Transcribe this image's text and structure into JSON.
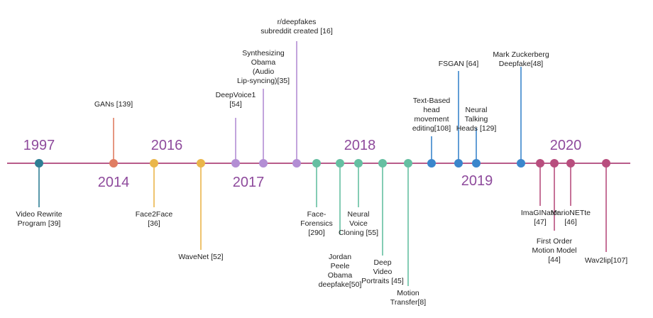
{
  "axis_color": "#b85c8a",
  "years": [
    {
      "text": "1997"
    },
    {
      "text": "2014"
    },
    {
      "text": "2016"
    },
    {
      "text": "2017"
    },
    {
      "text": "2018"
    },
    {
      "text": "2019"
    },
    {
      "text": "2020"
    }
  ],
  "events": [
    {
      "lines": [
        "Video Rewrite",
        "Program [39]"
      ],
      "color": "#2f7f95"
    },
    {
      "lines": [
        "GANs [139]"
      ],
      "color": "#e07d62"
    },
    {
      "lines": [
        "Face2Face",
        "[36]"
      ],
      "color": "#eab64b"
    },
    {
      "lines": [
        "WaveNet [52]"
      ],
      "color": "#eab64b"
    },
    {
      "lines": [
        "DeepVoice1",
        "[54]"
      ],
      "color": "#b38ed4"
    },
    {
      "lines": [
        "Synthesizing",
        "Obama",
        "(Audio",
        "Lip-syncing)[35]"
      ],
      "color": "#b38ed4"
    },
    {
      "lines": [
        "r/deepfakes",
        "subreddit created [16]"
      ],
      "color": "#b38ed4"
    },
    {
      "lines": [
        "Face-",
        "Forensics",
        "[290]"
      ],
      "color": "#66bfa2"
    },
    {
      "lines": [
        "Jordan",
        "Peele",
        "Obama",
        "deepfake[50]"
      ],
      "color": "#66bfa2"
    },
    {
      "lines": [
        "Neural",
        "Voice",
        "Cloning [55]"
      ],
      "color": "#66bfa2"
    },
    {
      "lines": [
        "Deep",
        "Video",
        "Portraits [45]"
      ],
      "color": "#66bfa2"
    },
    {
      "lines": [
        "Motion",
        "Transfer[8]"
      ],
      "color": "#66bfa2"
    },
    {
      "lines": [
        "Text-Based",
        "head",
        "movement",
        "editing[108]"
      ],
      "color": "#3b86cc"
    },
    {
      "lines": [
        "FSGAN [64]"
      ],
      "color": "#3b86cc"
    },
    {
      "lines": [
        "Neural",
        "Talking",
        "Heads [129]"
      ],
      "color": "#3b86cc"
    },
    {
      "lines": [
        "Mark Zuckerberg",
        "Deepfake[48]"
      ],
      "color": "#3b86cc"
    },
    {
      "lines": [
        "ImaGINator",
        "[47]"
      ],
      "color": "#b84e7e"
    },
    {
      "lines": [
        "First Order",
        "Motion Model",
        "[44]"
      ],
      "color": "#b84e7e"
    },
    {
      "lines": [
        "MarioNETte",
        "[46]"
      ],
      "color": "#b84e7e"
    },
    {
      "lines": [
        "Wav2lip[107]"
      ],
      "color": "#b84e7e"
    }
  ]
}
